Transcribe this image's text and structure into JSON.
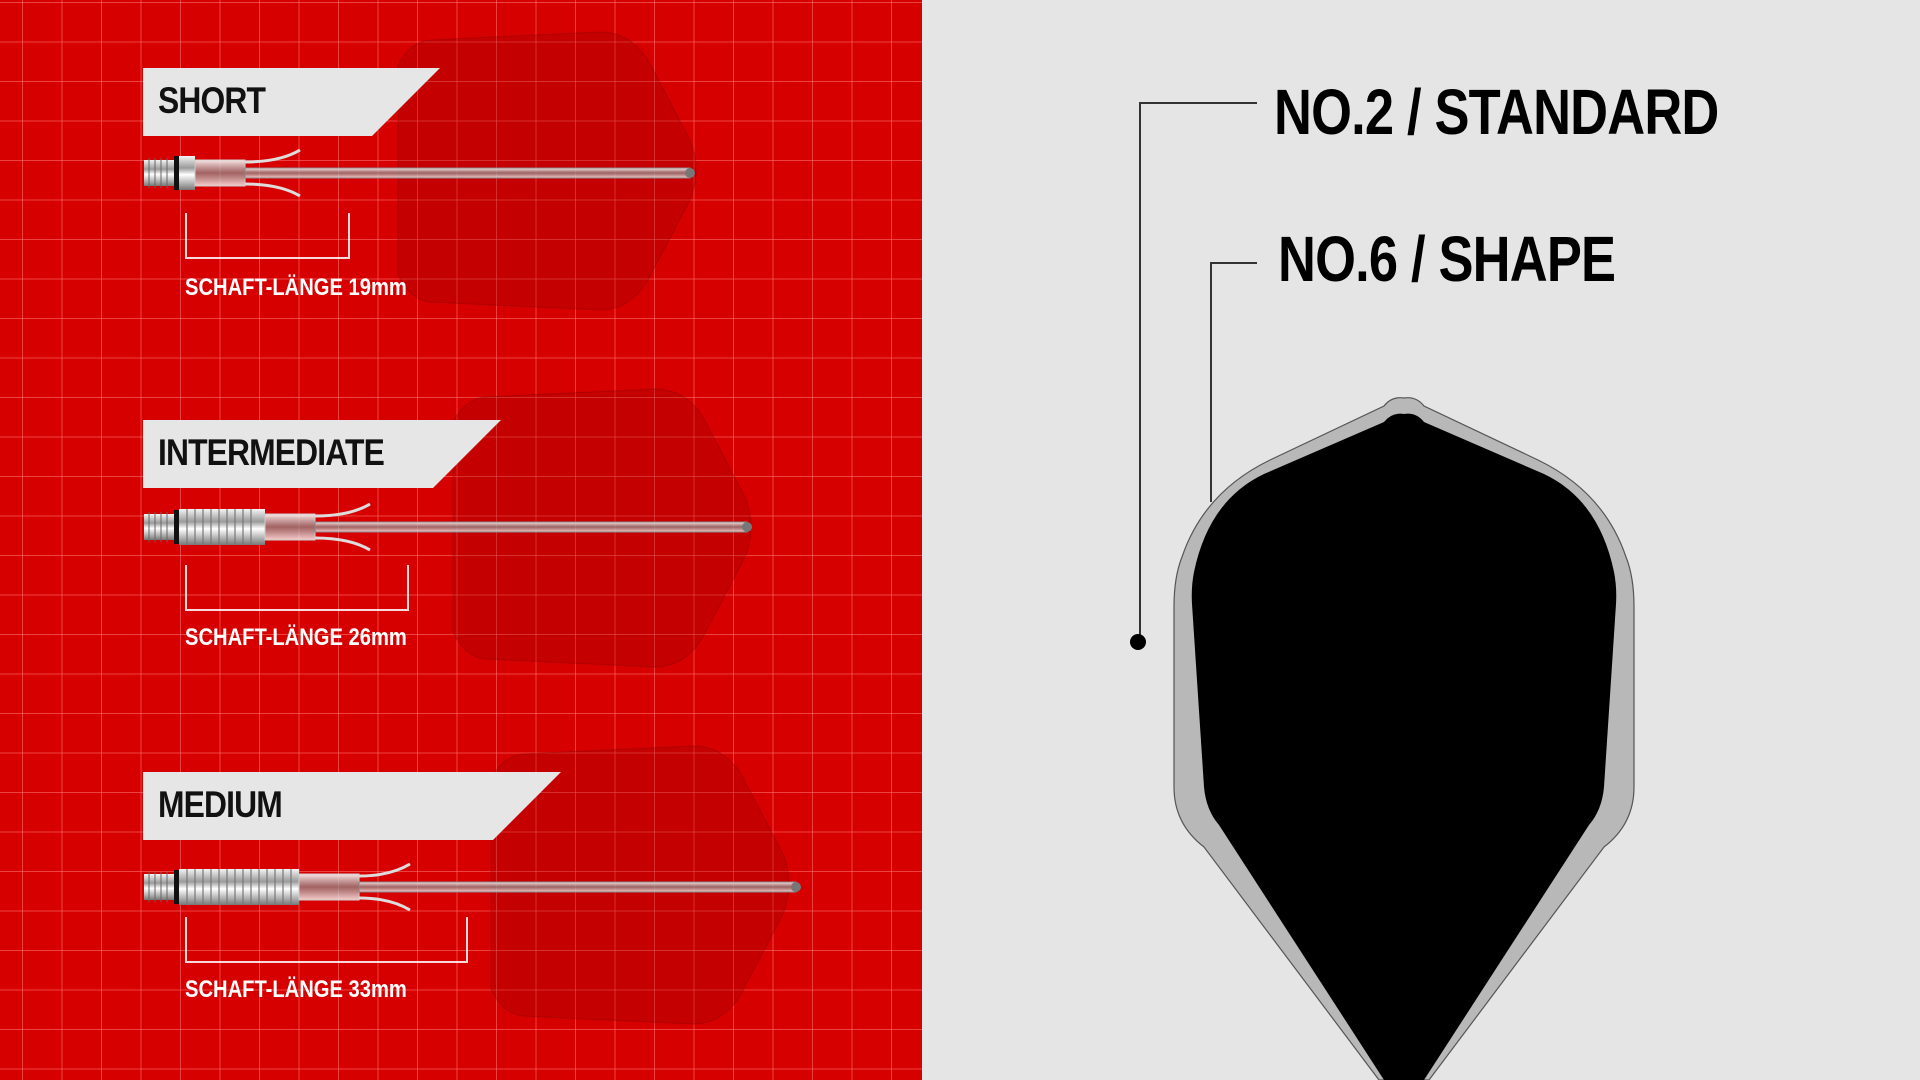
{
  "colors": {
    "red_bg": "#d70000",
    "gray_bg": "#e5e5e5",
    "label_bg": "#e6e6e6",
    "flight_black": "#000000",
    "flight_outline_gray": "#b8b8b8"
  },
  "shafts": [
    {
      "label": "SHORT",
      "length_text": "SCHAFT-LÄNGE 19mm",
      "length_mm": 19
    },
    {
      "label": "INTERMEDIATE",
      "length_text": "SCHAFT-LÄNGE 26mm",
      "length_mm": 26
    },
    {
      "label": "MEDIUM",
      "length_text": "SCHAFT-LÄNGE 33mm",
      "length_mm": 33
    }
  ],
  "flight_shapes": {
    "standard": {
      "label": "NO.2 / STANDARD"
    },
    "shape": {
      "label": "NO.6 / SHAPE"
    }
  }
}
